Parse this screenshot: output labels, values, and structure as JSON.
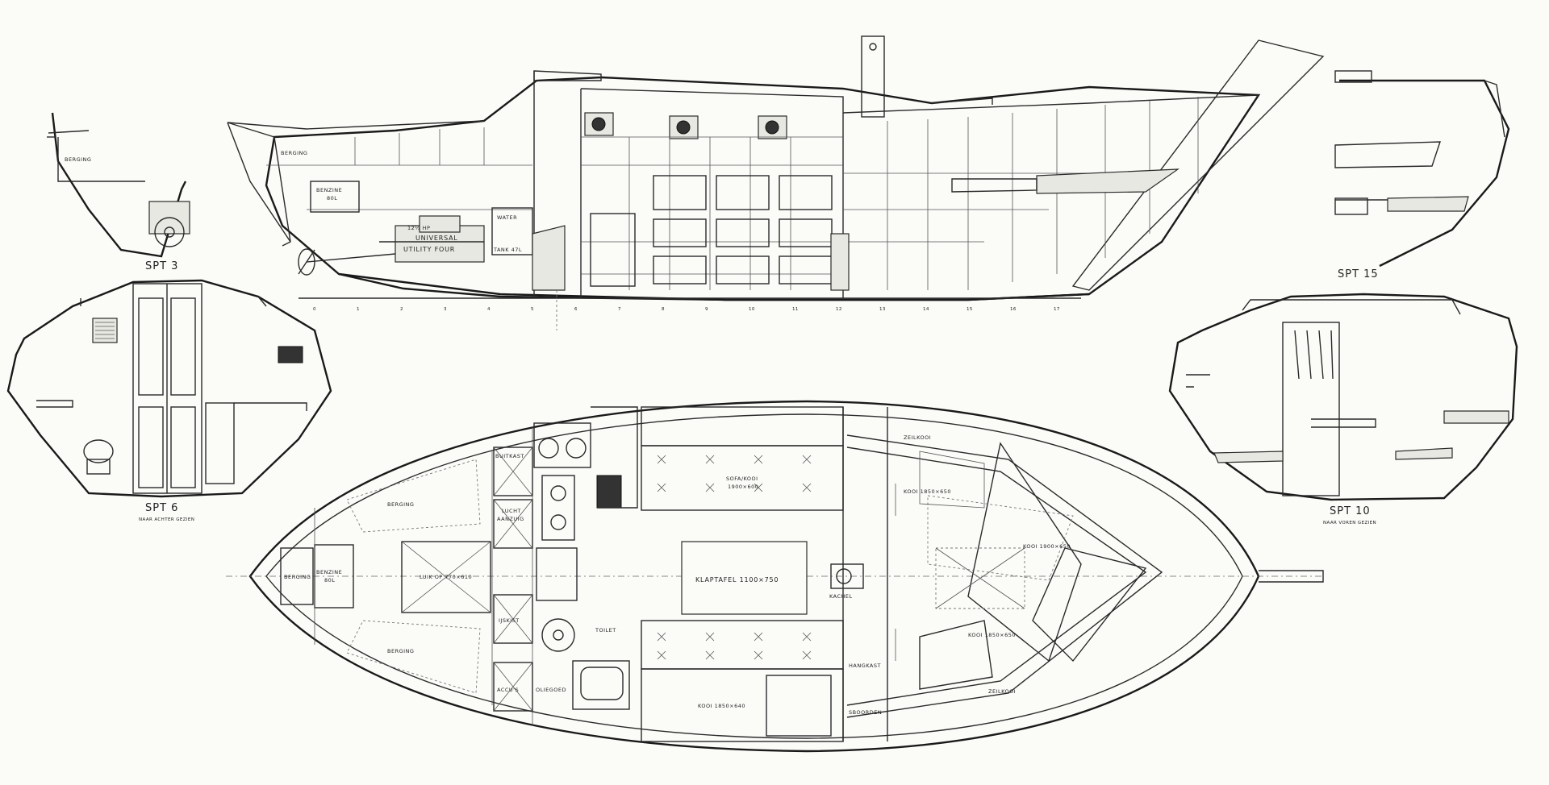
{
  "profile": {
    "labels": {
      "berging": "BERGING",
      "benzine": "BENZINE",
      "benzine_unit": "80L",
      "engine_brand": "UNIVERSAL",
      "engine_model": "UTILITY FOUR",
      "engine_hp": "12½ HP",
      "water": "WATER",
      "water_tank": "TANK 47L"
    },
    "station_numbers": [
      "0",
      "1",
      "2",
      "3",
      "4",
      "5",
      "6",
      "7",
      "8",
      "9",
      "10",
      "11",
      "12",
      "13",
      "14",
      "15",
      "16",
      "17"
    ]
  },
  "sections": {
    "spt3": {
      "title": "SPT 3",
      "label": "BERGING"
    },
    "spt6": {
      "title": "SPT 6",
      "subtitle": "NAAR ACHTER GEZIEN"
    },
    "spt10": {
      "title": "SPT 10",
      "subtitle": "NAAR VOREN GEZIEN"
    },
    "spt15": {
      "title": "SPT 15"
    }
  },
  "plan": {
    "labels": {
      "berging_aft": "BERGING",
      "benzine": "BENZINE",
      "benzine_unit": "80L",
      "berging_port": "BERGING",
      "berging_stb": "BERGING",
      "luik": "LUIK OP 770×610",
      "buiskap": "BUITKAST",
      "lucht": "LUCHT",
      "lucht2": "AANZUIG",
      "ijskist": "IJSKIST",
      "accu": "ACCU'S",
      "oliegoed": "OLIEGOED",
      "toilet": "TOILET",
      "klaptafel": "KLAPTAFEL 1100×750",
      "kachel": "KACHEL",
      "sofa": "SOFA/KOOI",
      "sofa_dim": "1900×600",
      "kooi_stb": "KOOI 1850×640",
      "kooi_fwd1": "KOOI 1850×650",
      "kooi_fwd2": "KOOI 1850×650",
      "kooi_fwd3": "KOOI 1900×650",
      "zeilkooi": "ZEILKOOI",
      "zeilkooi2": "ZEILKOOI",
      "hangkast": "HANGKAST",
      "sboorden": "SBOORDEN"
    }
  }
}
